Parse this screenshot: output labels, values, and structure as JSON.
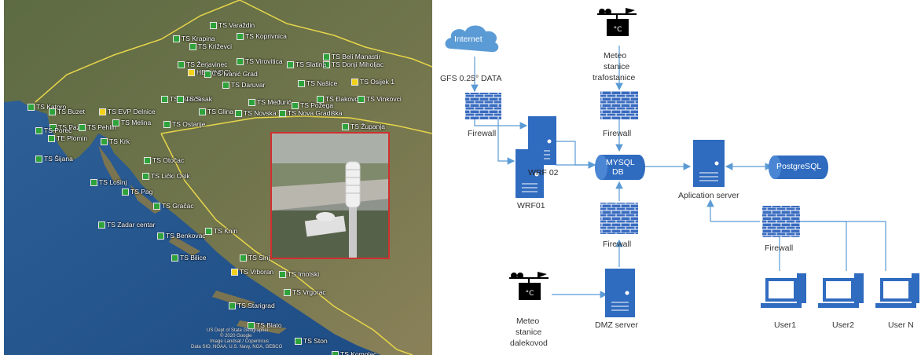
{
  "map": {
    "stations": [
      {
        "name": "TS Varaždin",
        "type": "green"
      },
      {
        "name": "TS Krapina",
        "type": "green"
      },
      {
        "name": "TS Koprivnica",
        "type": "green"
      },
      {
        "name": "TS Križevci",
        "type": "green"
      },
      {
        "name": "TS Beli Manastir",
        "type": "green"
      },
      {
        "name": "TS Donji Miholjac",
        "type": "green"
      },
      {
        "name": "TS Žerjavinec",
        "type": "green"
      },
      {
        "name": "TS Virovitica",
        "type": "green"
      },
      {
        "name": "TS Slatina",
        "type": "green"
      },
      {
        "name": "HEP (NDC)",
        "type": "yellow"
      },
      {
        "name": "TS Ivanić Grad",
        "type": "green"
      },
      {
        "name": "TS Osijek 1",
        "type": "yellow"
      },
      {
        "name": "TS Daruvar",
        "type": "green"
      },
      {
        "name": "TS Našice",
        "type": "green"
      },
      {
        "name": "TS Svarča",
        "type": "green"
      },
      {
        "name": "TS Sisak",
        "type": "green"
      },
      {
        "name": "TS Međurić",
        "type": "green"
      },
      {
        "name": "TS Đakovo",
        "type": "green"
      },
      {
        "name": "TS Vinkovci",
        "type": "green"
      },
      {
        "name": "TS Katoro",
        "type": "green"
      },
      {
        "name": "TS Buzet",
        "type": "green"
      },
      {
        "name": "TS EVP Delnice",
        "type": "yellow"
      },
      {
        "name": "TS Glina",
        "type": "green"
      },
      {
        "name": "TS Novska",
        "type": "green"
      },
      {
        "name": "TS Požega",
        "type": "green"
      },
      {
        "name": "TS Nova Gradiška",
        "type": "green"
      },
      {
        "name": "TS Pazin",
        "type": "green"
      },
      {
        "name": "TS Pehlin",
        "type": "green"
      },
      {
        "name": "TS Melina",
        "type": "green"
      },
      {
        "name": "TS Ostarije",
        "type": "green"
      },
      {
        "name": "TS Županja",
        "type": "green"
      },
      {
        "name": "TS Poreč",
        "type": "green"
      },
      {
        "name": "TE Plomin",
        "type": "green"
      },
      {
        "name": "TS Krk",
        "type": "green"
      },
      {
        "name": "TS Otočac",
        "type": "green"
      },
      {
        "name": "TS Šijana",
        "type": "green"
      },
      {
        "name": "TS Lički Osik",
        "type": "green"
      },
      {
        "name": "TS Lošinj",
        "type": "green"
      },
      {
        "name": "TS Pag",
        "type": "green"
      },
      {
        "name": "TS Gračac",
        "type": "green"
      },
      {
        "name": "TS Zadar centar",
        "type": "green"
      },
      {
        "name": "TS Benkovac",
        "type": "green"
      },
      {
        "name": "TS Knin",
        "type": "green"
      },
      {
        "name": "TS Bilice",
        "type": "green"
      },
      {
        "name": "TS Sinj",
        "type": "green"
      },
      {
        "name": "TS Vrboran",
        "type": "yellow"
      },
      {
        "name": "TS Imotski",
        "type": "green"
      },
      {
        "name": "TS Vrgorac",
        "type": "green"
      },
      {
        "name": "TS Starigrad",
        "type": "green"
      },
      {
        "name": "TS Blato",
        "type": "green"
      },
      {
        "name": "TS Ston",
        "type": "green"
      },
      {
        "name": "TS Komolac",
        "type": "green"
      }
    ],
    "credits": [
      "US Dept of State Geographer",
      "© 2020 Google",
      "Image Landsat / Copernicus",
      "Data SIO, NOAA, U.S. Navy, NGA, GEBCO"
    ]
  },
  "diagram": {
    "internet": "Internet",
    "gfs": "GFS 0.25° DATA",
    "firewall": "Firewall",
    "wrf02": "WRF 02",
    "wrf01": "WRF01",
    "mysql": [
      "MYSQL",
      "DB"
    ],
    "app_server": "Aplication server",
    "postgres": "PostgreSQL",
    "meteo_top": [
      "Meteo",
      "stanice",
      "trafostanice"
    ],
    "meteo_bottom": [
      "Meteo",
      "stanice",
      "dalekovod"
    ],
    "dmz": "DMZ server",
    "users": [
      "User1",
      "User2",
      "User N"
    ],
    "colors": {
      "accent": "#2f6bbf",
      "arrow": "#5b9bd5",
      "firewall": "#3a6cc0",
      "map_border": "#d03030"
    }
  }
}
